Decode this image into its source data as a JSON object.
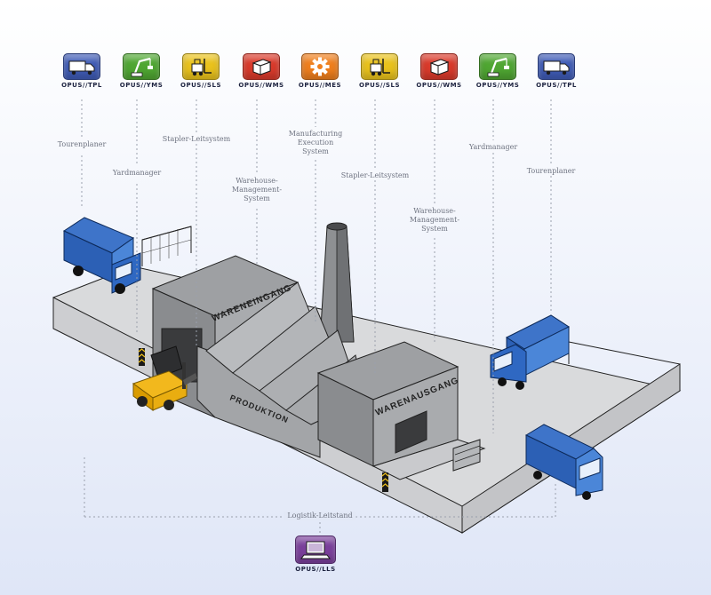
{
  "modules": [
    {
      "label": "OPUS//TPL",
      "icon": "truck-icon",
      "color": "#3f5bb5"
    },
    {
      "label": "OPUS//YMS",
      "icon": "crane-icon",
      "color": "#4fa632"
    },
    {
      "label": "OPUS//SLS",
      "icon": "forklift-icon",
      "color": "#e9c21c"
    },
    {
      "label": "OPUS//WMS",
      "icon": "crate-icon",
      "color": "#d93a2b"
    },
    {
      "label": "OPUS//MES",
      "icon": "gear-icon",
      "color": "#ef7f1d"
    },
    {
      "label": "OPUS//SLS",
      "icon": "forklift-icon",
      "color": "#e9c21c"
    },
    {
      "label": "OPUS//WMS",
      "icon": "crate-icon",
      "color": "#d93a2b"
    },
    {
      "label": "OPUS//YMS",
      "icon": "crane-icon",
      "color": "#4fa632"
    },
    {
      "label": "OPUS//TPL",
      "icon": "truck-icon",
      "color": "#3f5bb5"
    }
  ],
  "descriptions": [
    "Tourenplaner",
    "Yardmanager",
    "Stapler-Leitsystem",
    "Warehouse-\nManagement-\nSystem",
    "Manufacturing\nExecution\nSystem",
    "Stapler-Leitsystem",
    "Warehouse-\nManagement-\nSystem",
    "Yardmanager",
    "Tourenplaner"
  ],
  "building_labels": {
    "inbound": "WARENEINGANG",
    "production": "PRODUKTION",
    "outbound": "WARENAUSGANG"
  },
  "footer": {
    "caption": "Logistik-Leitstand",
    "module": {
      "label": "OPUS//LLS",
      "icon": "laptop-icon",
      "color": "#7a3f9b"
    }
  }
}
